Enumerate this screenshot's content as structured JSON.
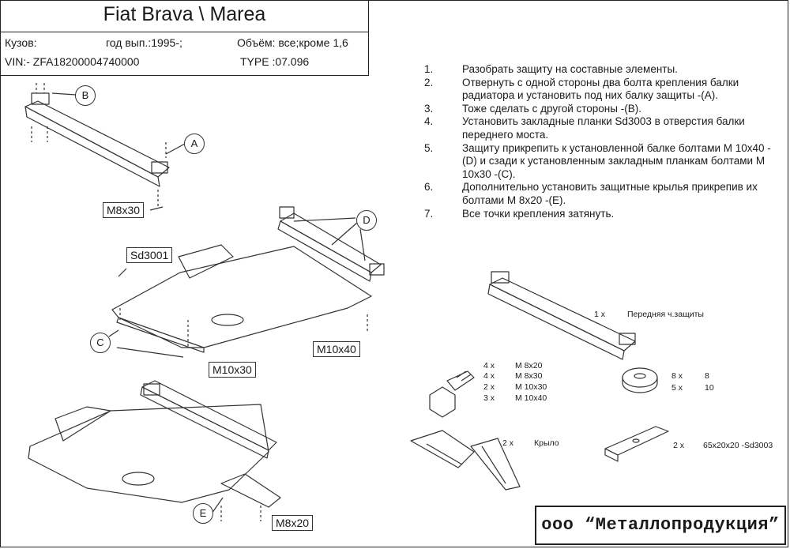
{
  "header": {
    "title": "Fiat  Brava \\ Marea",
    "body_label": "Кузов:",
    "year_label": "год вып.:1995-;",
    "volume_label": "Объём: все;кроме 1,6",
    "vin_label": "VIN:-  ZFA18200004740000",
    "type_label": "TYPE :07.096"
  },
  "steps": [
    {
      "n": "1.",
      "text": "Разобрать защиту на составные элементы."
    },
    {
      "n": "2.",
      "text": "Отвернуть с одной стороны два болта крепления балки радиатора и установить под них балку защиты -(A)."
    },
    {
      "n": "3.",
      "text": "Тоже сделать с другой стороны -(B)."
    },
    {
      "n": "4.",
      "text": "Установить закладные планки Sd3003 в отверстия балки переднего моста."
    },
    {
      "n": "5.",
      "text": "Защиту прикрепить к установленной балке болтами М 10х40 -(D) и сзади к установленным закладным планкам болтами М 10х30 -(C)."
    },
    {
      "n": "6.",
      "text": "Дополнительно установить защитные крылья прикрепив их болтами М 8х20 -(E)."
    },
    {
      "n": "7.",
      "text": "Все точки крепления затянуть."
    }
  ],
  "callouts": {
    "a": "A",
    "b": "B",
    "c": "C",
    "d": "D",
    "e": "E"
  },
  "bolt_tags": {
    "m8x30": "M8x30",
    "sd3001": "Sd3001",
    "m10x40": "M10x40",
    "m10x30": "M10x30",
    "m8x20": "M8x20"
  },
  "parts": {
    "beam_qty": "1 x",
    "beam_name": "Передняя ч.защиты",
    "bolts": [
      {
        "qty": "4 x",
        "size": "M 8x20"
      },
      {
        "qty": "4 x",
        "size": "M 8x30"
      },
      {
        "qty": "2 x",
        "size": "M 10x30"
      },
      {
        "qty": "3 x",
        "size": "M 10x40"
      }
    ],
    "washers": [
      {
        "qty": "8 x",
        "size": "8"
      },
      {
        "qty": "5 x",
        "size": "10"
      }
    ],
    "wing_qty": "2 x",
    "wing_name": "Крыло",
    "plate_qty": "2 x",
    "plate_name": "65x20x20   -Sd3003"
  },
  "footer": "ооо “Металлопродукция”"
}
